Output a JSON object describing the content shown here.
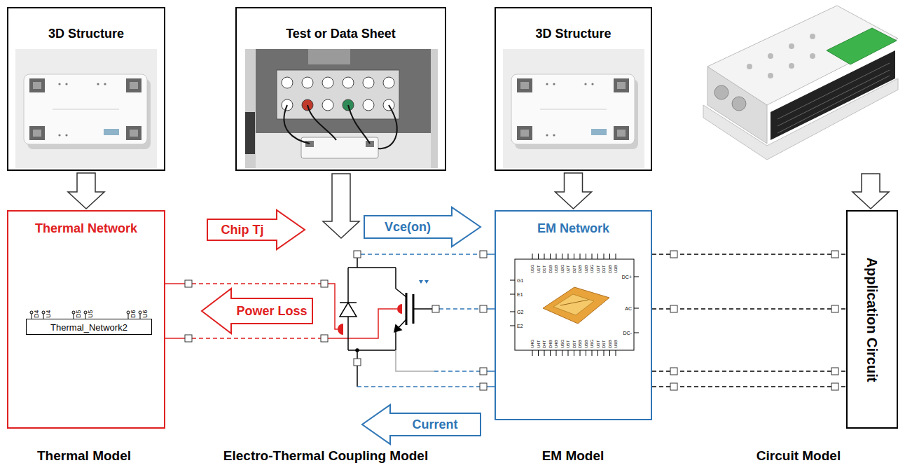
{
  "diagram": {
    "nodes": [
      {
        "text": [
          "3D Structure"
        ]
      },
      {
        "text": [
          "Test or Data Sheet"
        ]
      },
      {
        "text": [
          "3D Structure"
        ]
      },
      {
        "text": [
          "Thermal Network"
        ]
      },
      {
        "text": [
          "Thermal_Network2"
        ],
        "in": 3
      },
      {
        "text": [
          "EM Network"
        ]
      },
      {
        "text": [
          "Application Circuit"
        ]
      }
    ],
    "edges": [
      {
        "from": 0,
        "to": 3,
        "arrow": "to"
      },
      {
        "from": 2,
        "to": 5,
        "arrow": "to"
      },
      {
        "from": 5,
        "to": 6,
        "arrow": "none"
      },
      {
        "from": 5,
        "to": 6,
        "arrow": "none"
      },
      {
        "from": 5,
        "to": 6,
        "arrow": "none"
      },
      {
        "from": 5,
        "to": 6,
        "arrow": "none"
      }
    ],
    "labels": [
      "Chip Tj",
      "Power Loss",
      "Vce(on)",
      "Current",
      "D4",
      "U4",
      "D5",
      "U5",
      "D6",
      "U6",
      "G1",
      "E1",
      "G2",
      "E2",
      "DC+",
      "AC",
      "DC-",
      "U1G",
      "U1T",
      "D1T",
      "D1B",
      "U1B",
      "U2G",
      "U2T",
      "D2T",
      "D2B",
      "U2B",
      "U3G",
      "U3T",
      "D3T",
      "D3B",
      "U3B",
      "U4G",
      "U4T",
      "D4T",
      "D4B",
      "U4B",
      "U5G",
      "U5T",
      "D5T",
      "D5B",
      "U5B",
      "U6G",
      "U6T",
      "D6T",
      "D6B",
      "U6B",
      "Thermal Model",
      "Electro-Thermal Coupling Model",
      "EM Model",
      "Circuit Model"
    ]
  }
}
